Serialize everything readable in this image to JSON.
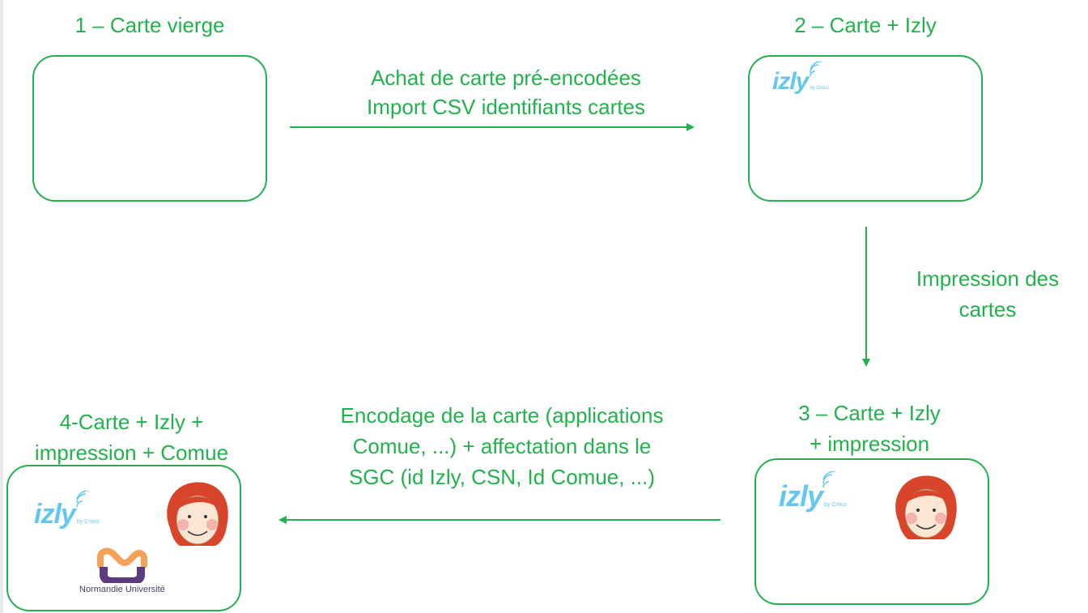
{
  "stages": {
    "s1": {
      "title": "1 – Carte vierge"
    },
    "s2": {
      "title": "2 – Carte + Izly"
    },
    "s3": {
      "title_line1": "3 – Carte + Izly",
      "title_line2": "+ impression"
    },
    "s4": {
      "title_line1": "4-Carte + Izly +",
      "title_line2": "impression + Comue"
    }
  },
  "transitions": {
    "t1": {
      "line1": "Achat de carte pré-encodées",
      "line2": "Import CSV identifiants cartes"
    },
    "t2": {
      "line1": "Impression des",
      "line2": "cartes"
    },
    "t3": {
      "line1": "Encodage de la carte (applications",
      "line2": "Comue, ...) + affectation dans le",
      "line3": "SGC (id Izly, CSN, Id Comue, ...)"
    }
  },
  "logos": {
    "izly_text": "izly",
    "izly_by": "by Crous",
    "normandie": "Normandie Université"
  },
  "colors": {
    "accent": "#22b14c",
    "izly": "#64c8ee",
    "hair": "#d9452b",
    "normandie_orange": "#f4a259",
    "normandie_purple": "#5b3b7e"
  }
}
